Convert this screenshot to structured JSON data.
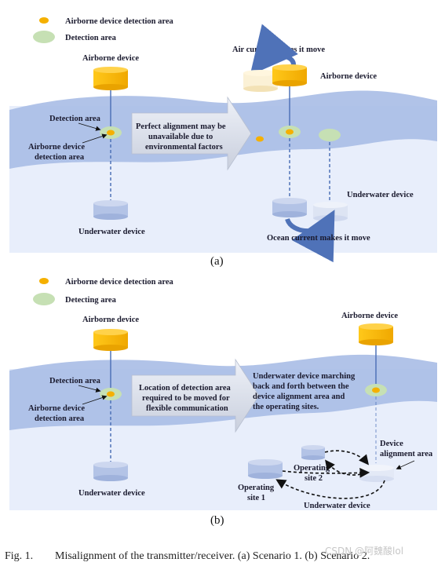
{
  "panel_a": {
    "legend": {
      "airborne_area": "Airborne device detection area",
      "detection_area": "Detection area"
    },
    "airborne_device": "Airborne device",
    "detection_area_label": "Detection area",
    "airborne_detection_line1": "Airborne device",
    "airborne_detection_line2": "detection area",
    "underwater_device": "Underwater device",
    "arrow_lines": [
      "Perfect alignment may be",
      "unavailable due to",
      "environmental factors"
    ],
    "air_current": "Air current makes it move",
    "airborne_device_right": "Airborne device",
    "underwater_device_right": "Underwater device",
    "ocean_current": "Ocean current makes it move",
    "label": "(a)"
  },
  "panel_b": {
    "legend": {
      "airborne_area": "Airborne device detection area",
      "detecting_area": "Detecting area"
    },
    "airborne_device": "Airborne device",
    "detection_area_label": "Detection area",
    "airborne_detection_line1": "Airborne device",
    "airborne_detection_line2": "detection area",
    "underwater_device": "Underwater device",
    "arrow_lines": [
      "Location of detection area",
      "required to be moved for",
      "flexible communication"
    ],
    "marching_lines": [
      "Underwater device marching",
      "back and forth between the",
      "device alignment area and",
      "the operating sites."
    ],
    "airborne_device_right": "Airborne device",
    "device_alignment_line1": "Device",
    "device_alignment_line2": "alignment area",
    "operating_site_2_line1": "Operating",
    "operating_site_2_line2": "site 2",
    "operating_site_1_line1": "Operating",
    "operating_site_1_line2": "site 1",
    "underwater_device_bottom": "Underwater device",
    "label": "(b)"
  },
  "caption": {
    "fig": "Fig. 1.",
    "text": "Misalignment of the transmitter/receiver. (a) Scenario 1. (b) Scenario 2."
  },
  "watermark": "CSDN @阿魏酸lol",
  "colors": {
    "sky": "#e8eefb",
    "water": "#a8bde6",
    "airborne_fill": "#f5b800",
    "underwater_fill": "#b3c3e6",
    "detection_green": "#c6e0b4",
    "airborne_dot": "#f0a800",
    "arrow_fill": "#dadfea"
  }
}
